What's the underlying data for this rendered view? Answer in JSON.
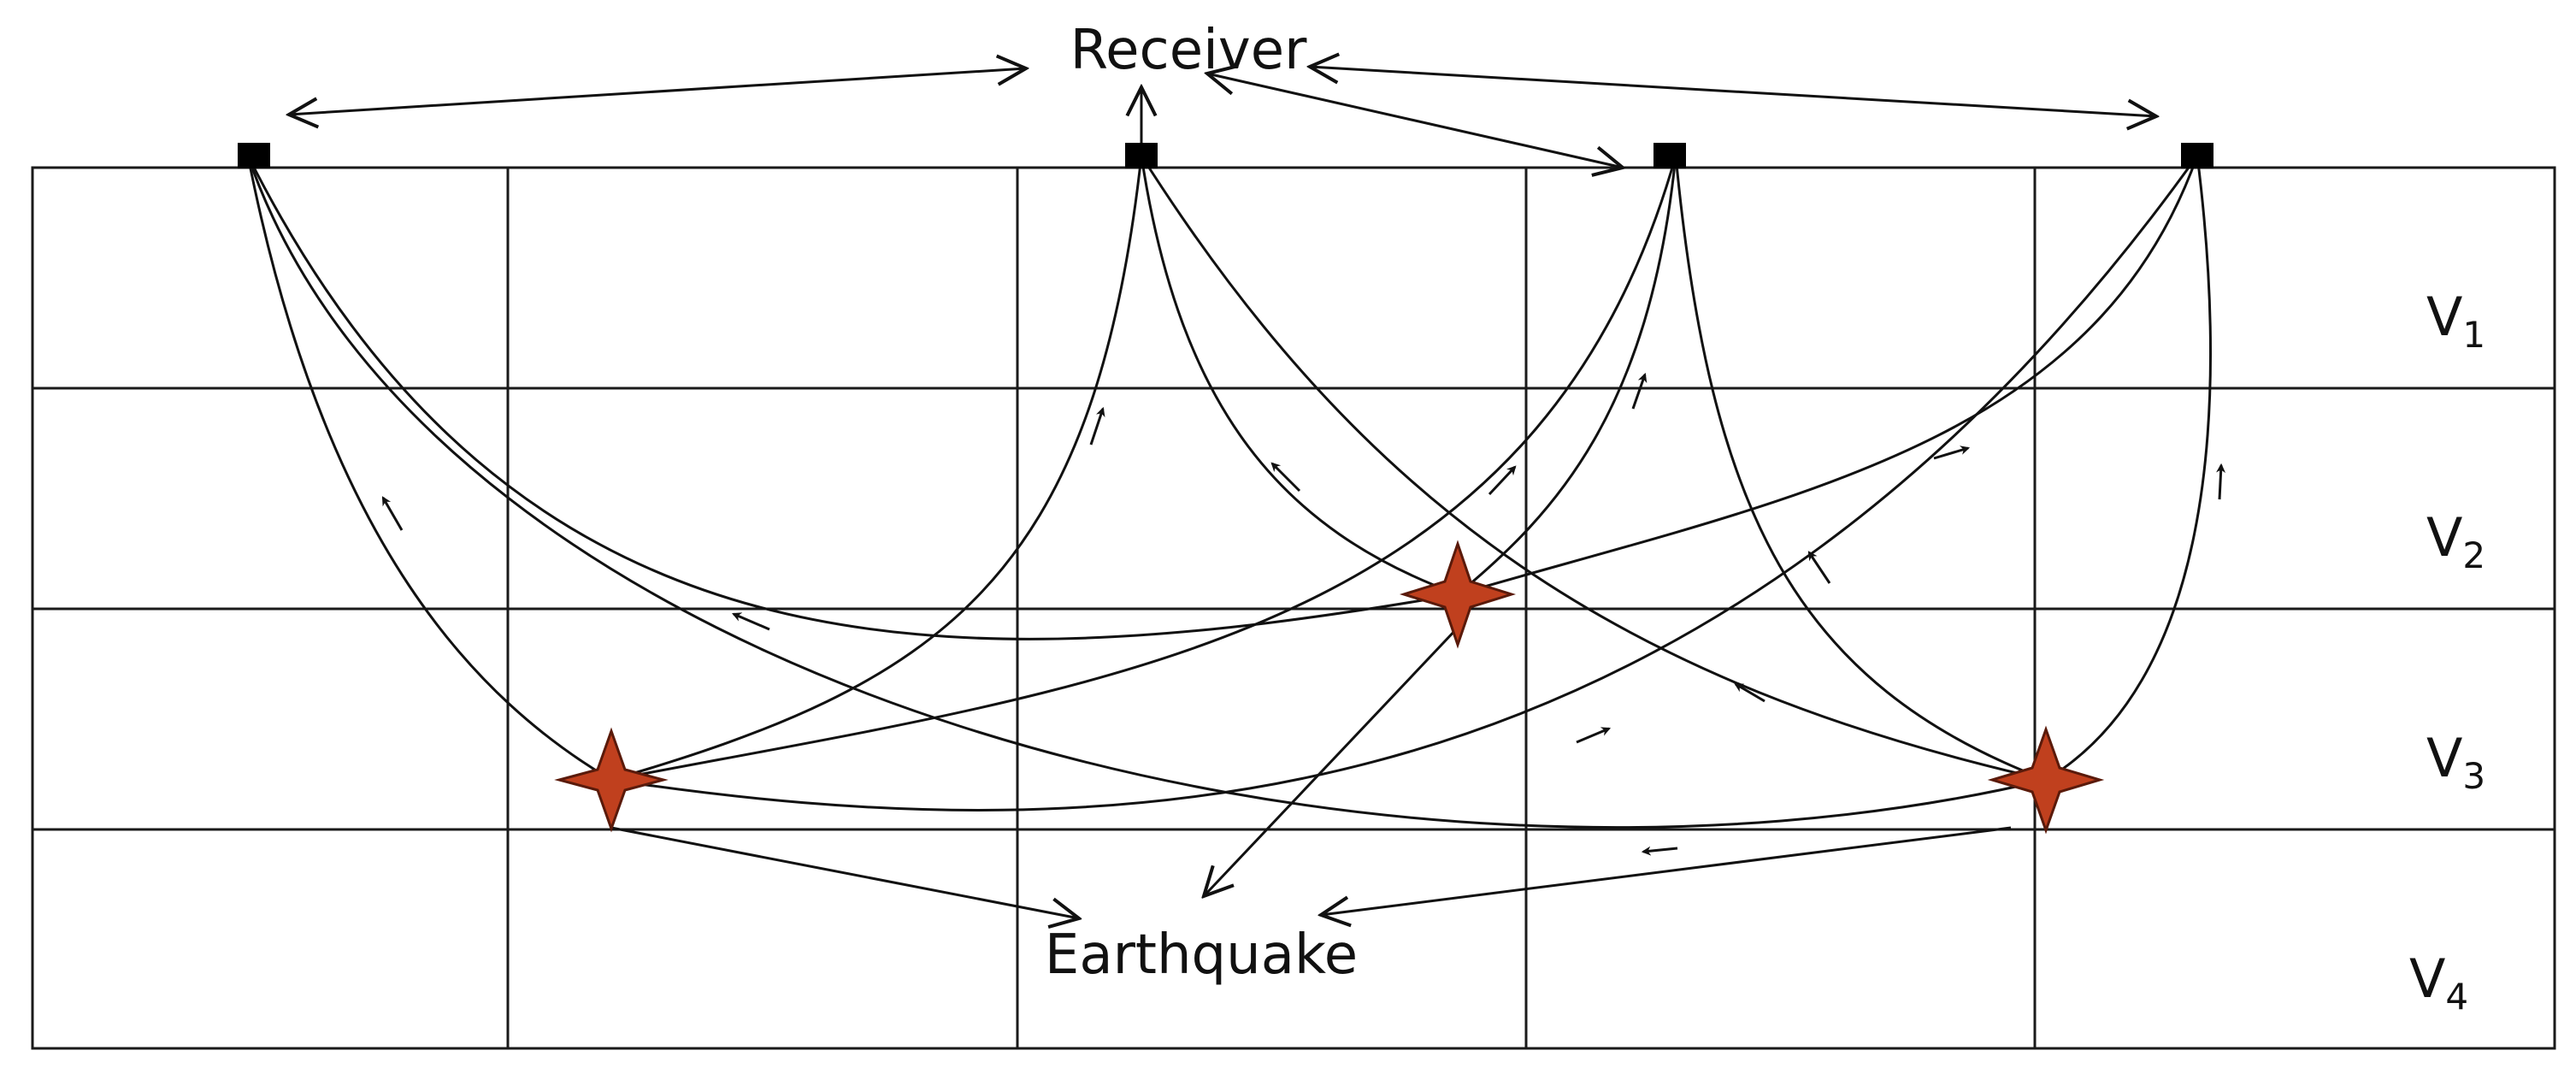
{
  "labels": {
    "receiver": "Receiver",
    "earthquake": "Earthquake"
  },
  "layers": [
    {
      "letter": "V",
      "sub": "1"
    },
    {
      "letter": "V",
      "sub": "2"
    },
    {
      "letter": "V",
      "sub": "3"
    },
    {
      "letter": "V",
      "sub": "4"
    }
  ],
  "colors": {
    "line": "#111111",
    "star_fill": "#c0401e",
    "star_stroke": "#5a1a0a",
    "receiver_fill": "#000000"
  }
}
